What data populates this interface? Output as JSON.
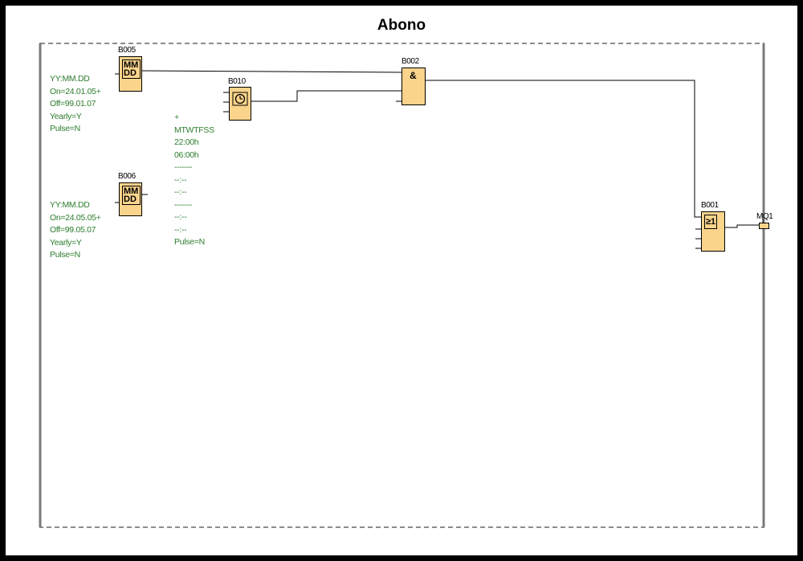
{
  "title": "Abono",
  "colors": {
    "block_fill": "#fbd48c",
    "param_text": "#2e7d2e",
    "frame": "#8c8c8c",
    "wire": "#000000"
  },
  "blocks": {
    "b005": {
      "label": "B005",
      "symbol_top": "MM",
      "symbol_bottom": "DD",
      "icon": "calendar-icon"
    },
    "b006": {
      "label": "B006",
      "symbol_top": "MM",
      "symbol_bottom": "DD",
      "icon": "calendar-icon"
    },
    "b010": {
      "label": "B010",
      "icon": "clock-icon"
    },
    "b002": {
      "label": "B002",
      "symbol": "&"
    },
    "b001": {
      "label": "B001",
      "symbol": "≥1"
    },
    "q1": {
      "label": "MQ1"
    }
  },
  "params": {
    "b005": [
      "YY:MM.DD",
      "On=24.01.05+",
      "Off=99.01.07",
      "Yearly=Y",
      "Pulse=N"
    ],
    "b006": [
      "YY:MM.DD",
      "On=24.05.05+",
      "Off=99.05.07",
      "Yearly=Y",
      "Pulse=N"
    ],
    "b010": [
      "+",
      "MTWTFSS",
      "22:00h",
      "06:00h",
      "-------",
      "--:--",
      "--:--",
      "-------",
      "--:--",
      "--:--",
      "Pulse=N"
    ]
  }
}
